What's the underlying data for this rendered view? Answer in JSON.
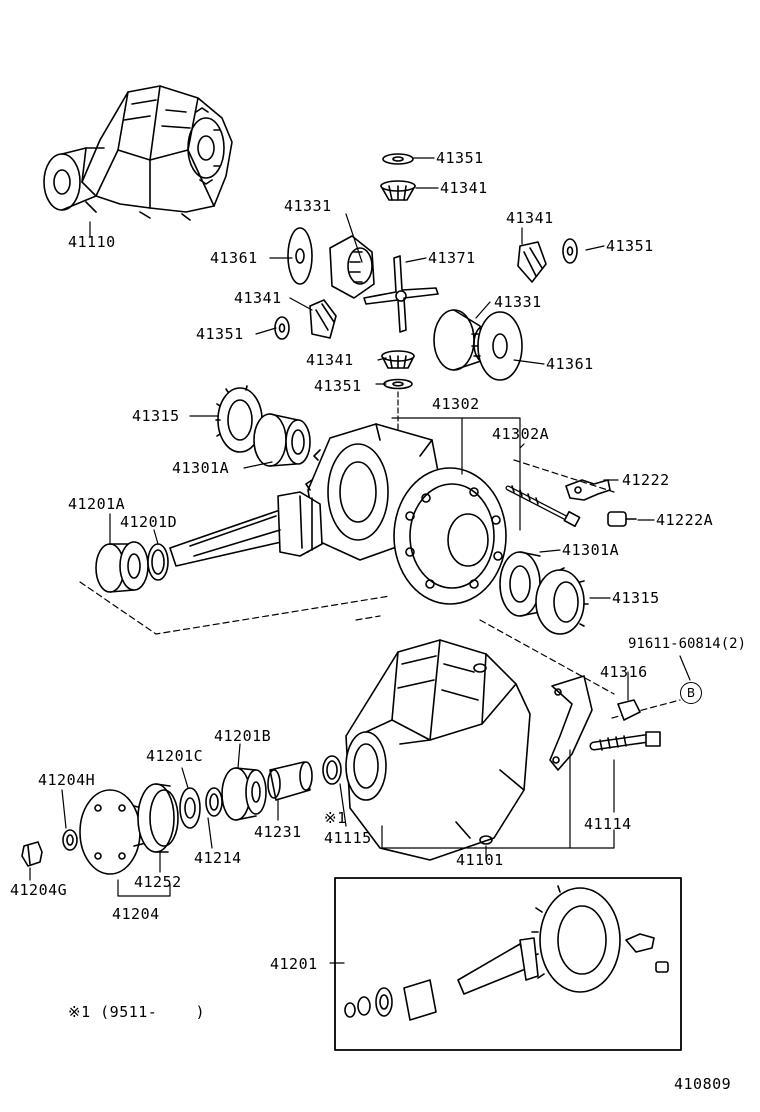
{
  "diagram_code": "410809",
  "footnote": "※1 (9511-    )",
  "callout_symbol": "B",
  "parts": {
    "p41110": "41110",
    "p41351a": "41351",
    "p41341a": "41341",
    "p41331a": "41331",
    "p41341b": "41341",
    "p41351b": "41351",
    "p41361a": "41361",
    "p41371": "41371",
    "p41341c": "41341",
    "p41331b": "41331",
    "p41351c": "41351",
    "p41341d": "41341",
    "p41361b": "41361",
    "p41351d": "41351",
    "p41315a": "41315",
    "p41302": "41302",
    "p41302A": "41302A",
    "p41301Aa": "41301A",
    "p41222": "41222",
    "p41201A": "41201A",
    "p41201D": "41201D",
    "p41222A": "41222A",
    "p41301Ab": "41301A",
    "p41315b": "41315",
    "bolt_spec": "91611-60814(2)",
    "p41316": "41316",
    "p41201B": "41201B",
    "p41201C": "41201C",
    "p41204H": "41204H",
    "p41231": "41231",
    "mark_1": "※1",
    "p41115": "41115",
    "p41114": "41114",
    "p41214": "41214",
    "p41101": "41101",
    "p41204G": "41204G",
    "p41252": "41252",
    "p41204": "41204",
    "p41201": "41201"
  }
}
